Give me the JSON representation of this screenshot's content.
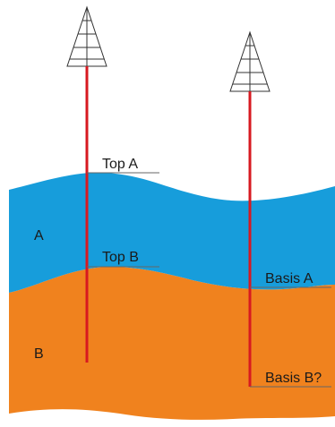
{
  "diagram": {
    "colors": {
      "layer_a": "#179ddb",
      "layer_b": "#f0821e",
      "well_line": "#d71920",
      "derrick_stroke": "#333333",
      "marker_line": "#666666"
    },
    "layers": {
      "a_label": "A",
      "b_label": "B"
    },
    "markers": {
      "top_a": "Top A",
      "top_b": "Top B",
      "basis_a": "Basis A",
      "basis_b": "Basis B?"
    },
    "wells": [
      {
        "name": "well-1",
        "icon": "derrick-icon"
      },
      {
        "name": "well-2",
        "icon": "derrick-icon"
      }
    ]
  }
}
